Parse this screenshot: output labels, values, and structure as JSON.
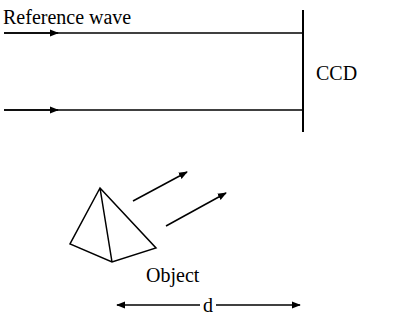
{
  "diagram": {
    "labels": [
      "Reference wave",
      "CCD",
      "Object",
      "d"
    ]
  }
}
